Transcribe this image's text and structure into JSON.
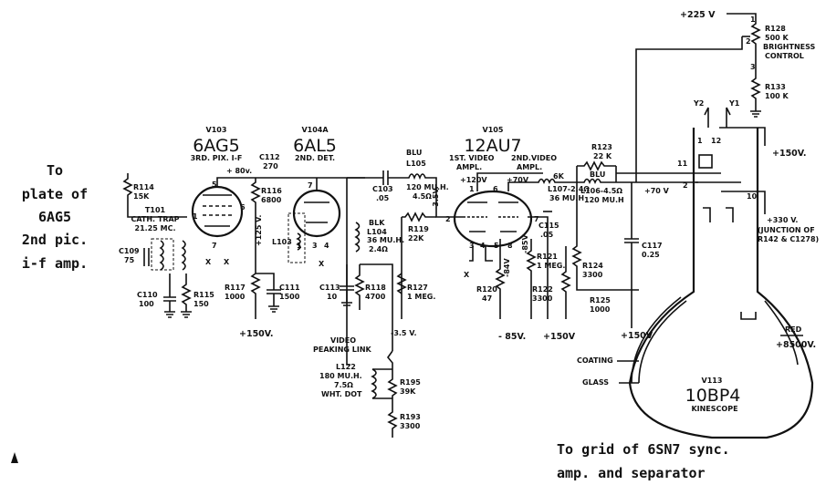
{
  "notes": {
    "left": [
      "To",
      "plate of",
      "6AG5",
      "2nd pic.",
      "i-f amp."
    ],
    "bottom": [
      "To grid of 6SN7 sync.",
      "amp. and separator"
    ]
  },
  "tubes": {
    "v103": {
      "ref": "V103",
      "type": "6AG5",
      "func": "3RD. PIX. I-F"
    },
    "v104a": {
      "ref": "V104A",
      "type": "6AL5",
      "func": "2ND. DET."
    },
    "v105": {
      "ref": "V105",
      "type": "12AU7",
      "func1": "1ST. VIDEO",
      "func1b": "AMPL.",
      "func2": "2ND.VIDEO",
      "func2b": "AMPL."
    },
    "v113": {
      "ref": "V113",
      "type": "10BP4",
      "func": "KINESCOPE"
    }
  },
  "components": {
    "r114": [
      "R114",
      "15K"
    ],
    "t101": [
      "T101",
      "CATH. TRAP",
      "21.25 MC."
    ],
    "c109": [
      "C109",
      "75"
    ],
    "c110": [
      "C110",
      "100"
    ],
    "r115": [
      "R115",
      "150"
    ],
    "c112": [
      "C112",
      "270"
    ],
    "r116": [
      "R116",
      "6800"
    ],
    "r117": [
      "R117",
      "1000"
    ],
    "c111": [
      "C111",
      "1500"
    ],
    "l103": [
      "L103"
    ],
    "l105": [
      "BLU",
      "L105",
      "120 MU.H.",
      "4.5Ω"
    ],
    "c103": [
      "C103",
      ".05"
    ],
    "l104": [
      "BLK",
      "L104",
      "36 MU.H.",
      "2.4Ω"
    ],
    "c113": [
      "C113",
      "10"
    ],
    "r118": [
      "R118",
      "4700"
    ],
    "r119": [
      "R119",
      "22K"
    ],
    "r127": [
      "R127",
      "1 MEG."
    ],
    "l122": [
      "L122",
      "180 MU.H.",
      "7.5Ω",
      "WHT. DOT"
    ],
    "r195": [
      "R195",
      "39K"
    ],
    "r193": [
      "R193",
      "3300"
    ],
    "link": [
      "VIDEO",
      "PEAKING LINK"
    ],
    "l107": [
      "L107-2.4Ω",
      "36 MU.H"
    ],
    "c115": [
      "C115",
      ".05"
    ],
    "r121": [
      "R121",
      "1 MEG."
    ],
    "r120": [
      "R120",
      "47"
    ],
    "r122": [
      "R122",
      "3300"
    ],
    "r123": [
      "R123",
      "22 K"
    ],
    "l106": [
      "BLU",
      "L106-4.5Ω",
      "120 MU.H"
    ],
    "r124": [
      "R124",
      "3300"
    ],
    "r125": [
      "R125",
      "1000"
    ],
    "c117": [
      "C117",
      "0.25"
    ],
    "r128": [
      "R128",
      "500 K",
      "BRIGHTNESS",
      "CONTROL"
    ],
    "r133": [
      "R133",
      "100 K"
    ]
  },
  "voltages": {
    "p225": "+225 V",
    "p80": "+ 80v.",
    "p125": "+125 V.",
    "p150a": "+150V.",
    "m35a": "-3.5V.",
    "m35b": "-3.5 V.",
    "p120": "+120V",
    "p70a": "+70V",
    "p70b": "+70 V",
    "m84": "-84V",
    "m85a": "-85V",
    "m85b": "- 85V.",
    "p150b": "+150V",
    "p150c": "+150V",
    "p150d": "+150V.",
    "p330": "+330 V.",
    "junction": "(JUNCTION OF",
    "junction2": "R142 & C1278)",
    "red": "RED",
    "p8500": "+8500V.",
    "coating": "COATING",
    "glass": "GLASS",
    "y1": "Y1",
    "y2": "Y2",
    "gk": "6K"
  },
  "pins": {
    "p1": "1",
    "p2": "2",
    "p3": "3",
    "p4": "4",
    "p5": "5",
    "p6": "6",
    "p7": "7",
    "p8": "8",
    "p10": "10",
    "p11": "11",
    "p12": "12",
    "x": "X"
  }
}
